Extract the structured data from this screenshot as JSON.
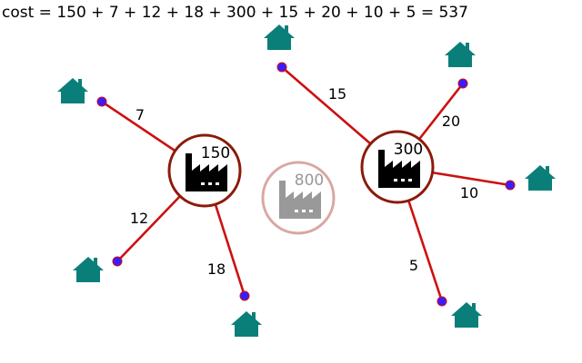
{
  "cost_text": "cost = 150 + 7 + 12 + 18 + 300 + 15 + 20 + 10 + 5 = 537",
  "colors": {
    "edge": "#cc1111",
    "open_facility_ring": "#8b1a0a",
    "closed_facility_ring": "#d9a8a0",
    "closed_facility_text": "#999999",
    "client_dot": "#3a1cff",
    "house": "#0a7f7a"
  },
  "facilities": [
    {
      "id": "f1",
      "label": "150",
      "open": true
    },
    {
      "id": "f2",
      "label": "800",
      "open": false
    },
    {
      "id": "f3",
      "label": "300",
      "open": true
    }
  ],
  "clients": [
    {
      "id": "c1",
      "facility": "f1",
      "edge_label": "7"
    },
    {
      "id": "c2",
      "facility": "f1",
      "edge_label": "12"
    },
    {
      "id": "c3",
      "facility": "f1",
      "edge_label": "18"
    },
    {
      "id": "c4",
      "facility": "f3",
      "edge_label": "15"
    },
    {
      "id": "c5",
      "facility": "f3",
      "edge_label": "20"
    },
    {
      "id": "c6",
      "facility": "f3",
      "edge_label": "10"
    },
    {
      "id": "c7",
      "facility": "f3",
      "edge_label": "5"
    }
  ]
}
